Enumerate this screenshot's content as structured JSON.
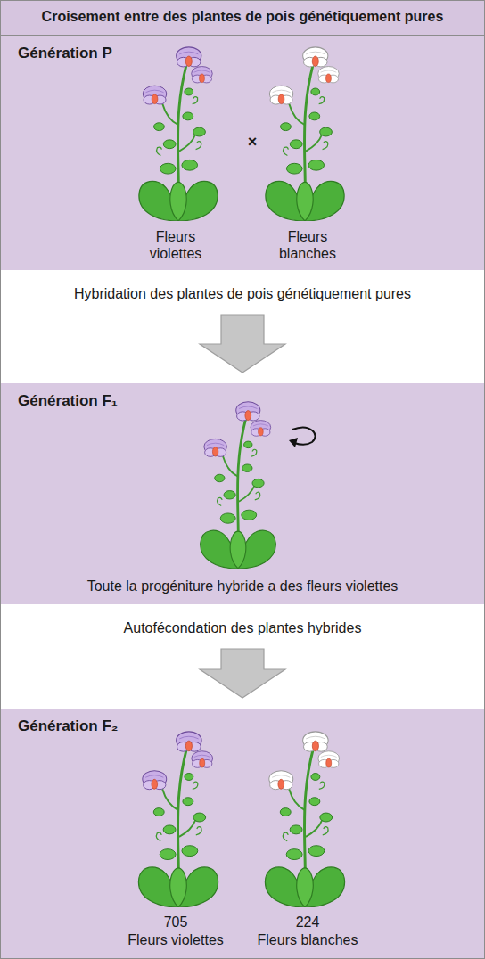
{
  "diagram": {
    "title": "Croisement entre des plantes de pois génétiquement pures",
    "nodes": [
      {
        "text": [
          "Génération P"
        ]
      },
      {
        "text": [
          "Génération F₁"
        ]
      },
      {
        "text": [
          "Génération F₂"
        ]
      }
    ],
    "edges": [
      {
        "from": 0,
        "to": 1,
        "arrow": "to",
        "label": "Hybridation des plantes de pois génétiquement pures"
      },
      {
        "from": 1,
        "to": 2,
        "arrow": "to",
        "label": "Autofécondation des plantes hybrides"
      }
    ],
    "labels": [
      "Fleurs violettes",
      "Fleurs blanches",
      "×",
      "Toute la progéniture hybride a des fleurs violettes",
      "705",
      "Fleurs violettes",
      "224",
      "Fleurs blanches"
    ]
  }
}
